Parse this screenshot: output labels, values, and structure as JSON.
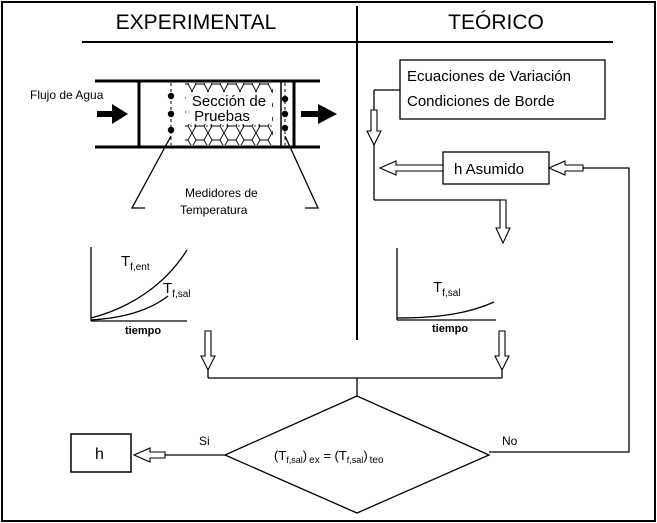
{
  "headers": {
    "experimental": "EXPERIMENTAL",
    "teorico": "TEÓRICO"
  },
  "experimental": {
    "flow_label": "Flujo de Agua",
    "section_label_line1": "Sección de",
    "section_label_line2": "Pruebas",
    "meters_label_line1": "Medidores de",
    "meters_label_line2": "Temperatura",
    "plot": {
      "curve_upper": "T",
      "curve_upper_sub": "f,ent",
      "curve_lower": "T",
      "curve_lower_sub": "f,sal",
      "xlabel": "tiempo"
    }
  },
  "teorico": {
    "equations_line1": "Ecuaciones de Variación",
    "equations_line2": "Condiciones de Borde",
    "assumed": "h Asumido",
    "plot": {
      "curve": "T",
      "curve_sub": "f,sal",
      "xlabel": "tiempo"
    }
  },
  "decision": {
    "lhs_open": "(T",
    "lhs_sub": "f,sal",
    "lhs_close": ")",
    "lhs_tag": "ex",
    "equals": " = (T",
    "rhs_sub": "f,sal",
    "rhs_close": ")",
    "rhs_tag": "teo",
    "yes": "Si",
    "no": "No"
  },
  "result": "h"
}
